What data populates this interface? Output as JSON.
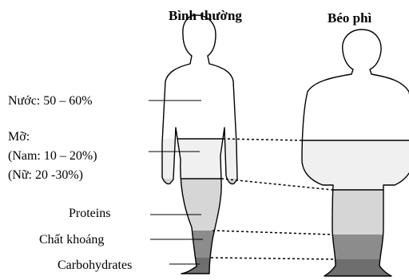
{
  "titles": {
    "normal": "Bình thường",
    "obese": "Béo phì"
  },
  "labels": {
    "water": "Nước: 50 – 60%",
    "fat_title": "Mỡ:",
    "fat_male": "(Nam: 10 – 20%)",
    "fat_female": "(Nữ: 20 -30%)",
    "proteins": "Proteins",
    "minerals": "Chất khoáng",
    "carbohydrates": "Carbohydrates"
  },
  "colors": {
    "fat_fill": "#f0f0f0",
    "protein_fill": "#d6d6d6",
    "mineral_fill": "#8c8c8c",
    "carb_fill": "#6e6e6e"
  }
}
